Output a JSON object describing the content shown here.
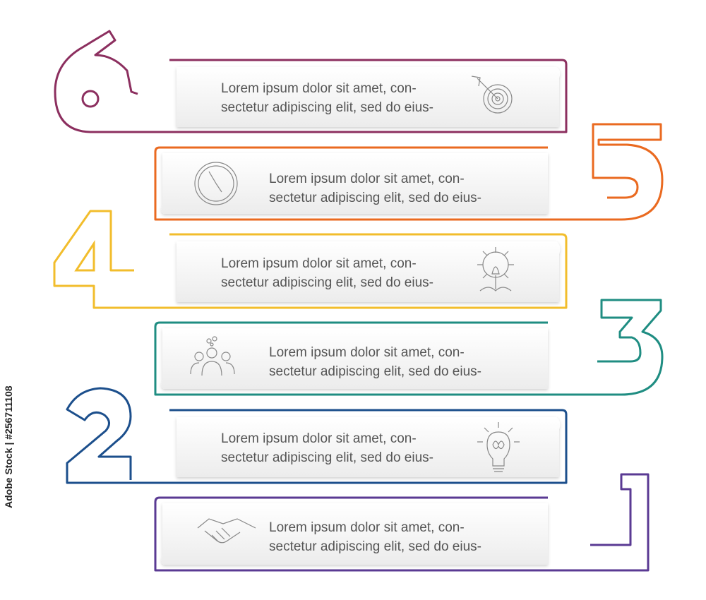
{
  "steps": [
    {
      "number": "6",
      "color": "#8c2f5f",
      "icon": "target-icon",
      "line1": "Lorem ipsum dolor sit amet, con-",
      "line2": "sectetur adipiscing elit, sed do eius-"
    },
    {
      "number": "5",
      "color": "#ea6a20",
      "icon": "clock-icon",
      "line1": "Lorem ipsum dolor sit amet, con-",
      "line2": "sectetur adipiscing elit, sed do eius-"
    },
    {
      "number": "4",
      "color": "#f2bd2c",
      "icon": "sun-rocket-icon",
      "line1": "Lorem ipsum dolor sit amet, con-",
      "line2": "sectetur adipiscing elit, sed do eius-"
    },
    {
      "number": "3",
      "color": "#1f8d82",
      "icon": "team-icon",
      "line1": "Lorem ipsum dolor sit amet, con-",
      "line2": "sectetur adipiscing elit, sed do eius-"
    },
    {
      "number": "2",
      "color": "#1c4f8c",
      "icon": "lightbulb-brain-icon",
      "line1": "Lorem ipsum dolor sit amet, con-",
      "line2": "sectetur adipiscing elit, sed do eius-"
    },
    {
      "number": "1",
      "color": "#5a3a93",
      "icon": "handshake-icon",
      "line1": "Lorem ipsum dolor sit amet, con-",
      "line2": "sectetur adipiscing elit, sed do eius-"
    }
  ],
  "watermark": "Adobe Stock | #256711108"
}
